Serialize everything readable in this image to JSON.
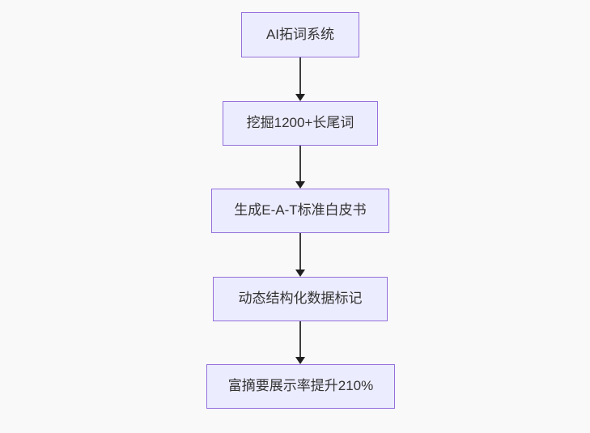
{
  "diagram": {
    "type": "flowchart-top-down",
    "colors": {
      "background": "#f9f9f9",
      "node_fill": "#ececff",
      "node_border": "#9370db",
      "node_text": "#333333",
      "edge_line": "#3f3f3f",
      "edge_arrowhead": "#1f1f1f"
    },
    "nodes": [
      {
        "label": "AI拓词系统"
      },
      {
        "label": "挖掘1200+长尾词"
      },
      {
        "label": "生成E-A-T标准白皮书"
      },
      {
        "label": "动态结构化数据标记"
      },
      {
        "label": "富摘要展示率提升210%"
      }
    ],
    "edges": [
      {
        "from": "AI拓词系统",
        "to": "挖掘1200+长尾词"
      },
      {
        "from": "挖掘1200+长尾词",
        "to": "生成E-A-T标准白皮书"
      },
      {
        "from": "生成E-A-T标准白皮书",
        "to": "动态结构化数据标记"
      },
      {
        "from": "动态结构化数据标记",
        "to": "富摘要展示率提升210%"
      }
    ]
  }
}
